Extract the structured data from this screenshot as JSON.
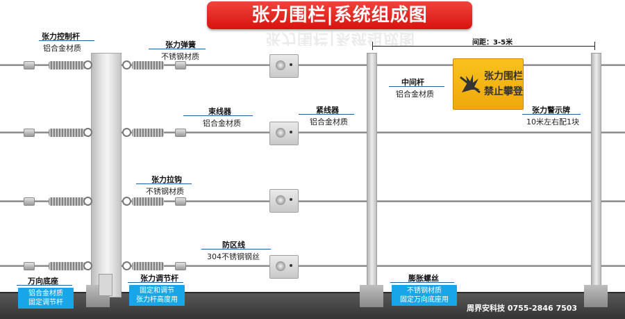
{
  "title": "张力围栏|系统组成图",
  "dimension": "间距：3-5米",
  "labels": {
    "control_post": {
      "title": "张力控制杆",
      "sub": "铝合金材质"
    },
    "tension_spring": {
      "title": "张力弹簧",
      "sub": "不锈钢材质"
    },
    "wire_clamp": {
      "title": "束线器",
      "sub": "铝合金材质"
    },
    "tightener": {
      "title": "紧线器",
      "sub": "铝合金材质"
    },
    "tension_hook": {
      "title": "张力拉钩",
      "sub": "不锈钢材质"
    },
    "zone_wire": {
      "title": "防区线",
      "sub": "304不锈钢钢丝"
    },
    "middle_post": {
      "title": "中间杆",
      "sub": "铝合金材质"
    },
    "warning_sign": {
      "title": "张力警示牌",
      "sub": "10米左右配1块"
    },
    "universal_base": {
      "title": "万向底座",
      "box": [
        "铝合金材质",
        "固定调节杆"
      ]
    },
    "adjust_post": {
      "title": "张力调节杆",
      "box": [
        "固定和调节",
        "张力杆高度用"
      ]
    },
    "expansion_bolt": {
      "title": "膨胀螺丝",
      "box": [
        "不锈钢材质",
        "固定万向底座用"
      ]
    }
  },
  "sign": {
    "line1": "张力围栏",
    "line2": "禁止攀登"
  },
  "footer": "周界安科技 0755-2846 7503",
  "colors": {
    "title_bg": "#e02a22",
    "accent": "#1c5fb0",
    "box": "#18a6e8",
    "sign": "#f5b716"
  }
}
